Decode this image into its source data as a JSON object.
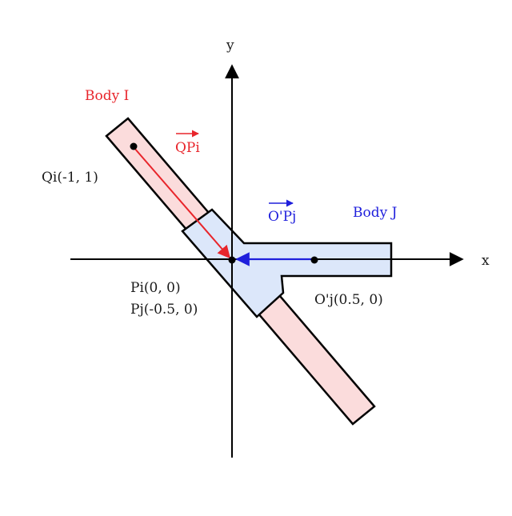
{
  "axes": {
    "x_label": "x",
    "y_label": "y"
  },
  "body_i": {
    "label": "Body I",
    "color": "#e8252b",
    "fill": "#fbdcdc"
  },
  "body_j": {
    "label": "Body J",
    "color": "#1f1fdc",
    "fill": "#dce7fa"
  },
  "points": {
    "qi": "Qi(-1, 1)",
    "pi": "Pi(0, 0)",
    "pj": "Pj(-0.5, 0)",
    "oj": "O'j(0.5, 0)"
  },
  "vectors": {
    "qpi": {
      "label": "QPi",
      "color": "#e8252b"
    },
    "opj": {
      "label": "O'Pj",
      "color": "#1f1fdc"
    }
  }
}
